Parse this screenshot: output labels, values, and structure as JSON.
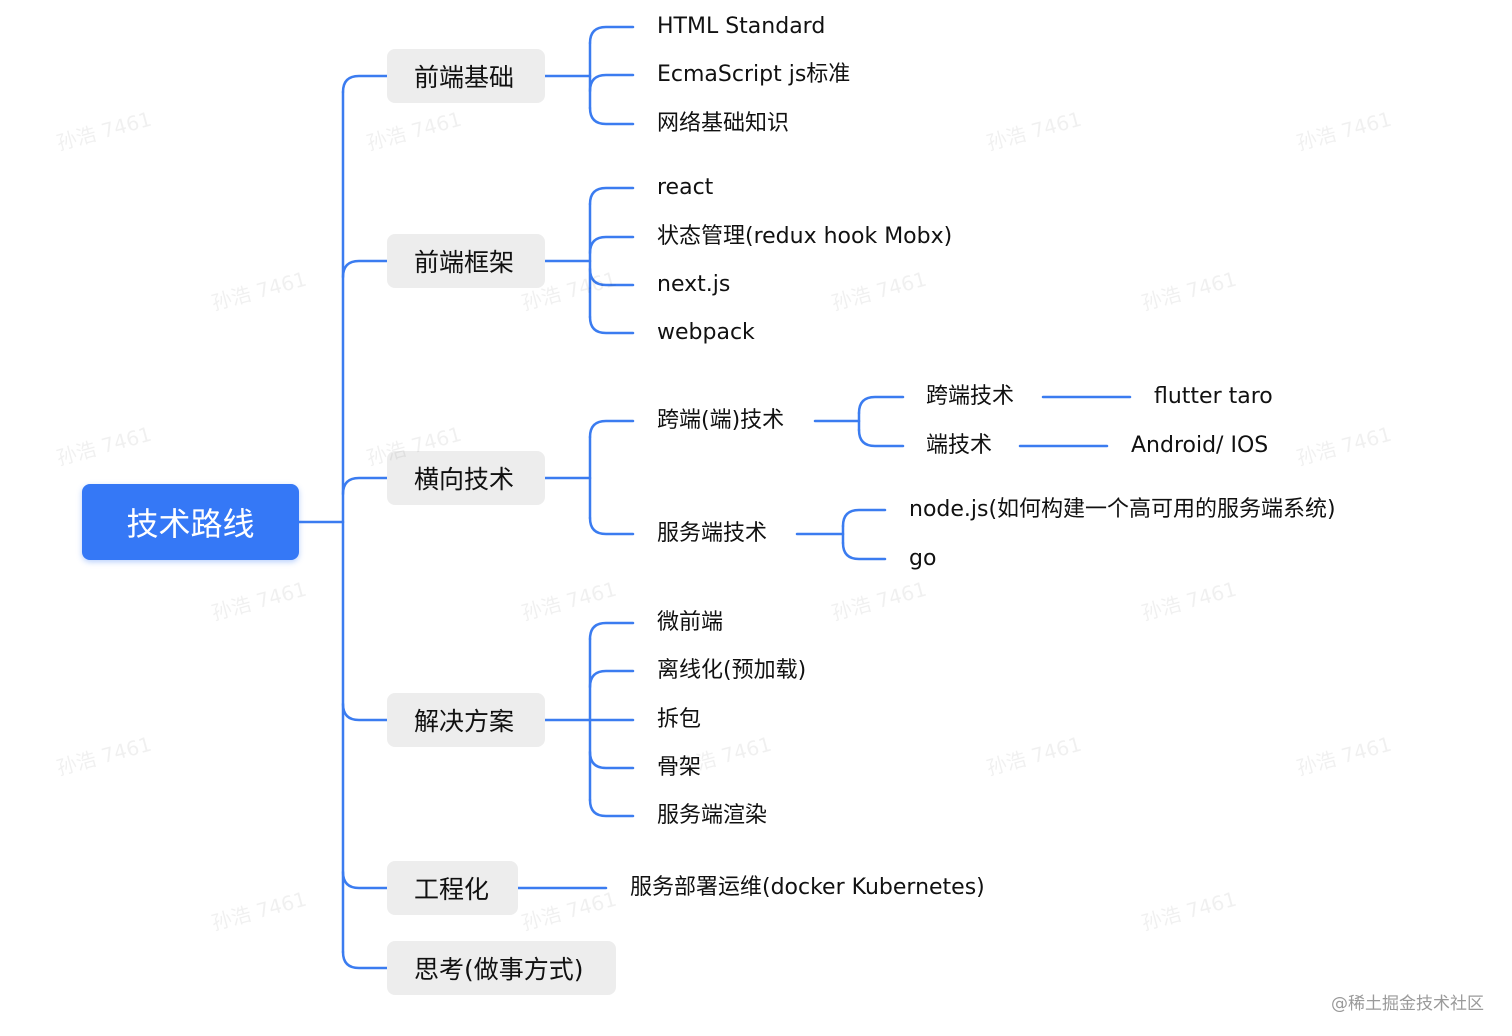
{
  "diagram": {
    "root": "技术路线",
    "branches": [
      {
        "label": "前端基础",
        "children": [
          {
            "label": "HTML Standard"
          },
          {
            "label": "EcmaScript js标准"
          },
          {
            "label": "网络基础知识"
          }
        ]
      },
      {
        "label": "前端框架",
        "children": [
          {
            "label": "react"
          },
          {
            "label": "状态管理(redux hook Mobx)"
          },
          {
            "label": "next.js"
          },
          {
            "label": "webpack"
          }
        ]
      },
      {
        "label": "横向技术",
        "children": [
          {
            "label": "跨端(端)技术",
            "children": [
              {
                "label": "跨端技术",
                "children": [
                  {
                    "label": "flutter taro"
                  }
                ]
              },
              {
                "label": "端技术",
                "children": [
                  {
                    "label": "Android/ IOS"
                  }
                ]
              }
            ]
          },
          {
            "label": "服务端技术",
            "children": [
              {
                "label": "node.js(如何构建一个高可用的服务端系统)"
              },
              {
                "label": "go"
              }
            ]
          }
        ]
      },
      {
        "label": "解决方案",
        "children": [
          {
            "label": "微前端"
          },
          {
            "label": "离线化(预加载)"
          },
          {
            "label": "拆包"
          },
          {
            "label": "骨架"
          },
          {
            "label": "服务端渲染"
          }
        ]
      },
      {
        "label": "工程化",
        "children": [
          {
            "label": "服务部署运维(docker  Kubernetes)"
          }
        ]
      },
      {
        "label": "思考(做事方式)",
        "children": []
      }
    ]
  },
  "colors": {
    "root_fill": "#3578f6",
    "root_text": "#ffffff",
    "branch_fill": "#ededed",
    "edge": "#3b7cf0",
    "text": "#111111"
  },
  "watermark": "孙浩 7461",
  "credit": "@稀土掘金技术社区"
}
